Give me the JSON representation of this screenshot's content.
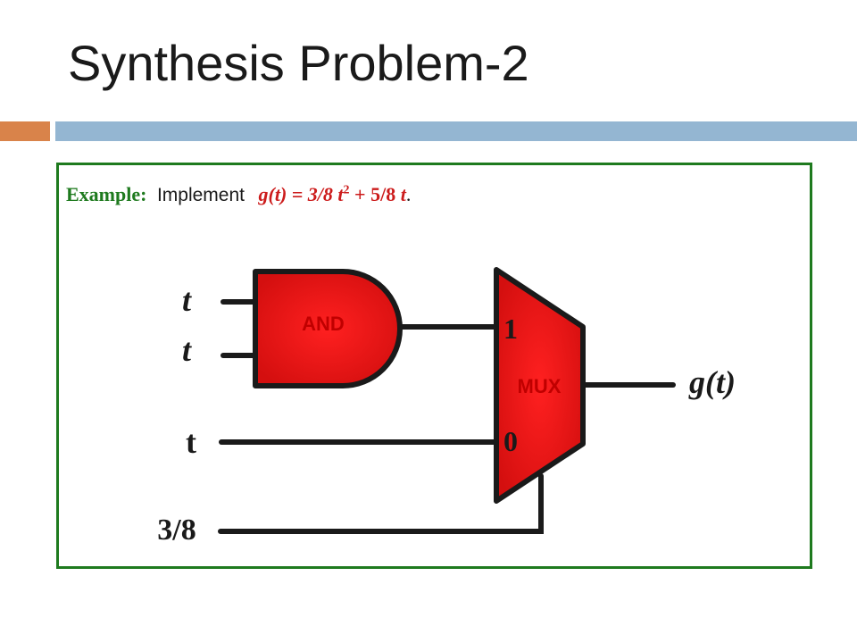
{
  "slide": {
    "title": "Synthesis Problem-2"
  },
  "example": {
    "label": "Example:",
    "verb": "Implement",
    "formula_lhs": "g(t) = 3/8 ",
    "formula_t": "t",
    "formula_exp": "2",
    "formula_rest": " + 5/8 ",
    "formula_t2": "t",
    "period": "."
  },
  "circuit": {
    "and_gate_label": "AND",
    "mux_label": "MUX",
    "mux_input_1": "1",
    "mux_input_0": "0",
    "input_and_a": "t",
    "input_and_b": "t",
    "input_mux_0": "t",
    "input_select": "3/8",
    "output_label": "g(t)",
    "colors": {
      "gate_fill": "#e31414",
      "gate_stroke": "#1a1a1a",
      "wire": "#1a1a1a"
    }
  }
}
